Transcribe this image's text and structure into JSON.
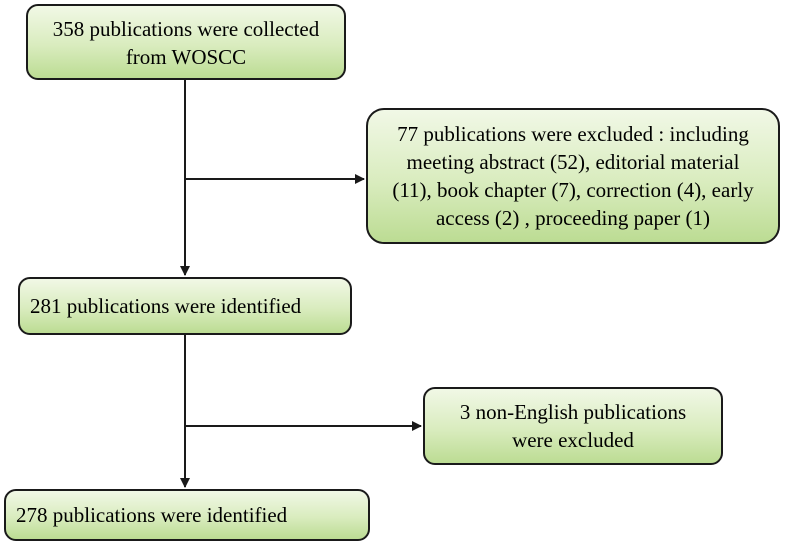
{
  "flowchart": {
    "collected": {
      "text": "358 publications were collected\nfrom WOSCC"
    },
    "excluded_types": {
      "text": "77 publications were excluded : including\nmeeting abstract (52), editorial material\n(11), book chapter (7), correction (4), early\naccess (2) , proceeding paper (1)"
    },
    "identified_first": {
      "text": "281 publications were identified"
    },
    "excluded_language": {
      "text": "3 non-English publications\nwere excluded"
    },
    "identified_final": {
      "text": "278 publications were identified"
    }
  },
  "colors": {
    "box_fill_top": "#f1f8e6",
    "box_fill_bottom": "#bcdc93",
    "stroke": "#1a1a1a"
  }
}
